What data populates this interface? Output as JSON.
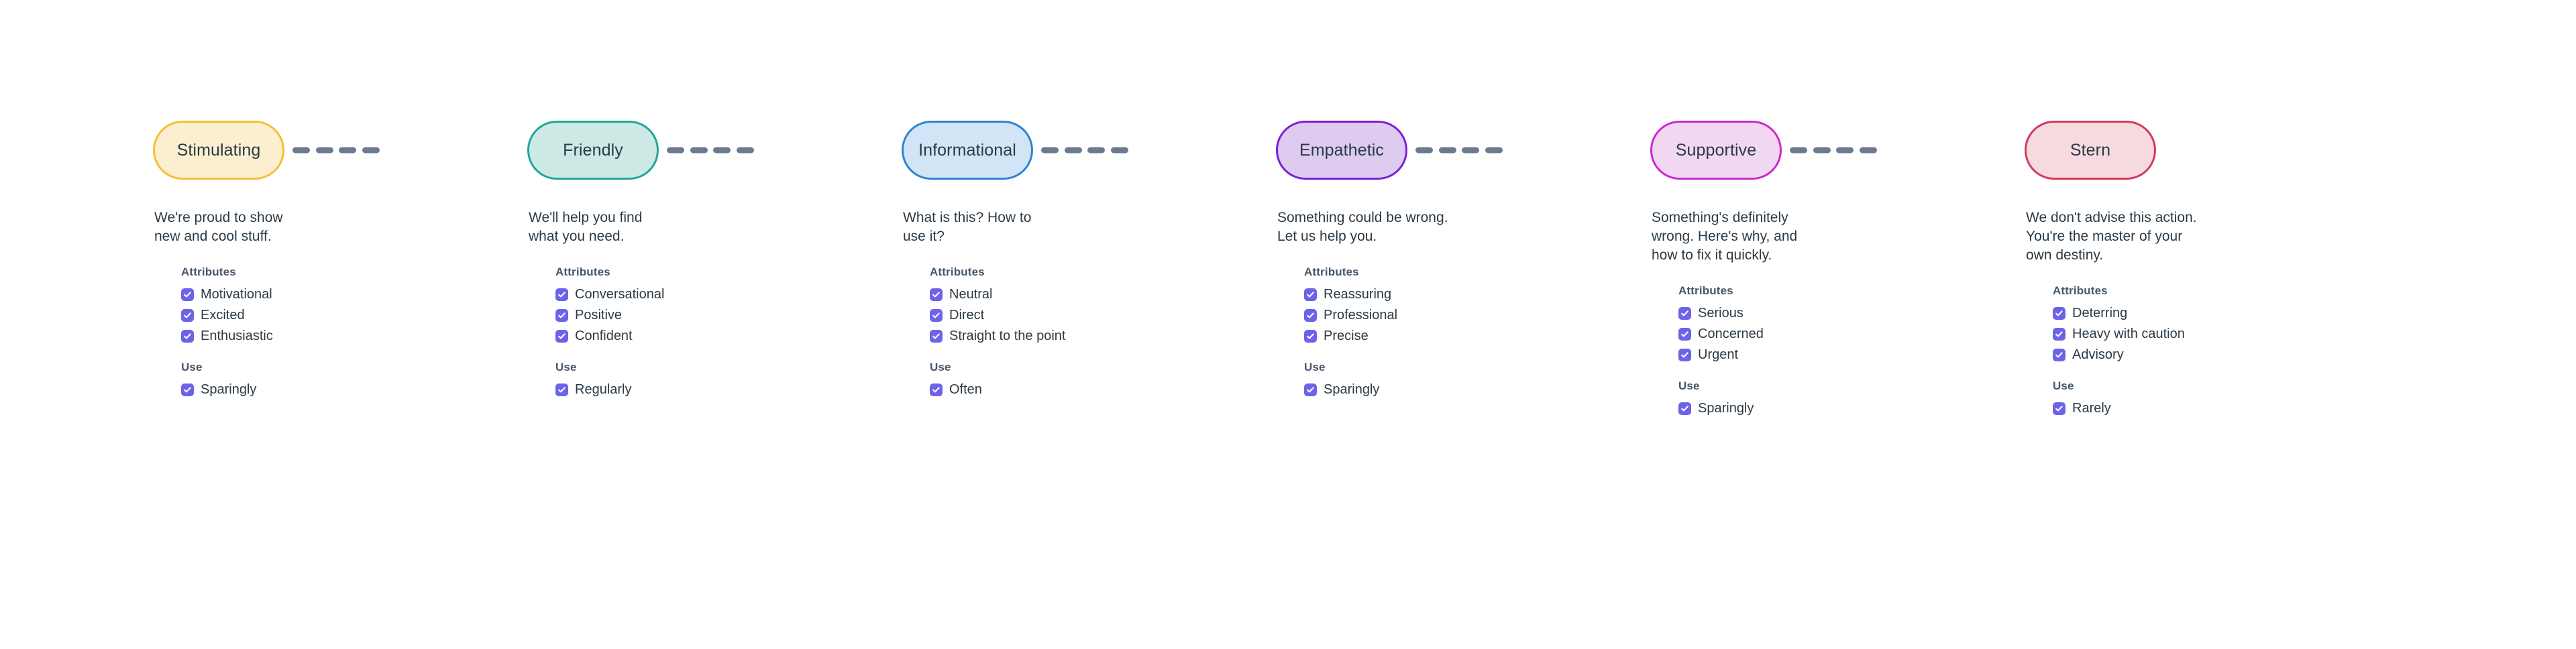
{
  "theme": {
    "text_color": "#2b3a45",
    "heading_color": "#46566a",
    "checkbox_color": "#6c63e8",
    "connector_color": "#6b7a8f",
    "background": "#ffffff"
  },
  "labels": {
    "attributes_heading": "Attributes",
    "use_heading": "Use",
    "check_icon": "check-icon"
  },
  "tones": [
    {
      "name": "Stimulating",
      "border_color": "#f5c033",
      "fill_color": "#fbefd0",
      "description": "We're proud to show\nnew and cool stuff.",
      "attributes": [
        "Motivational",
        "Excited",
        "Enthusiastic"
      ],
      "use": [
        "Sparingly"
      ]
    },
    {
      "name": "Friendly",
      "border_color": "#1fa69a",
      "fill_color": "#cce9e5",
      "description": "We'll help you find\nwhat you need.",
      "attributes": [
        "Conversational",
        "Positive",
        "Confident"
      ],
      "use": [
        "Regularly"
      ]
    },
    {
      "name": "Informational",
      "border_color": "#2e84d0",
      "fill_color": "#d2e5f7",
      "description": "What is this? How to\nuse it?",
      "attributes": [
        "Neutral",
        "Direct",
        "Straight to the point"
      ],
      "use": [
        "Often"
      ]
    },
    {
      "name": "Empathetic",
      "border_color": "#7d1fd6",
      "fill_color": "#deccf0",
      "description": "Something could be wrong.\nLet us help you.",
      "attributes": [
        "Reassuring",
        "Professional",
        "Precise"
      ],
      "use": [
        "Sparingly"
      ]
    },
    {
      "name": "Supportive",
      "border_color": "#cc29cc",
      "fill_color": "#f2d7f2",
      "description": "Something's definitely\nwrong. Here's why, and\nhow to fix it quickly.",
      "attributes": [
        "Serious",
        "Concerned",
        "Urgent"
      ],
      "use": [
        "Sparingly"
      ]
    },
    {
      "name": "Stern",
      "border_color": "#d13a5e",
      "fill_color": "#f7dae0",
      "description": "We don't advise this action.\nYou're the master of your\nown destiny.",
      "attributes": [
        "Deterring",
        "Heavy with caution",
        "Advisory"
      ],
      "use": [
        "Rarely"
      ]
    }
  ]
}
